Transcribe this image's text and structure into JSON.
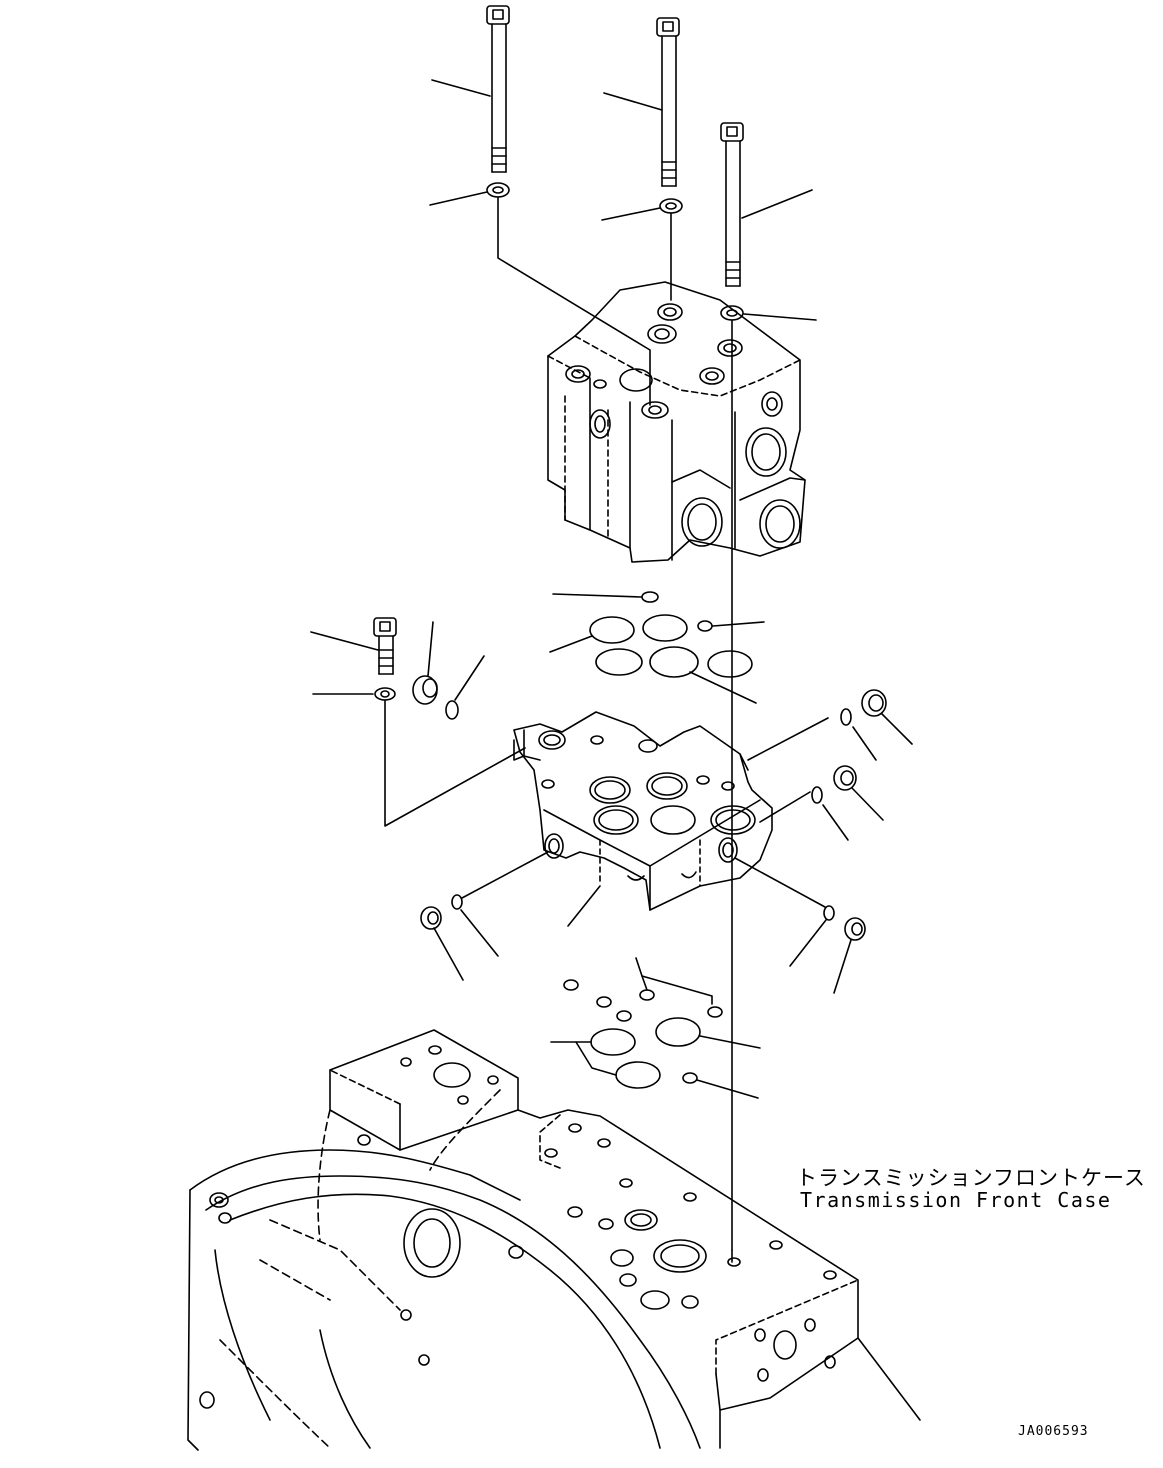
{
  "labels": {
    "case_jp": "トランスミッションフロントケース",
    "case_en": "Transmission Front Case",
    "drawing_id": "JA006593"
  },
  "colors": {
    "line": "#000000",
    "background": "#ffffff"
  }
}
